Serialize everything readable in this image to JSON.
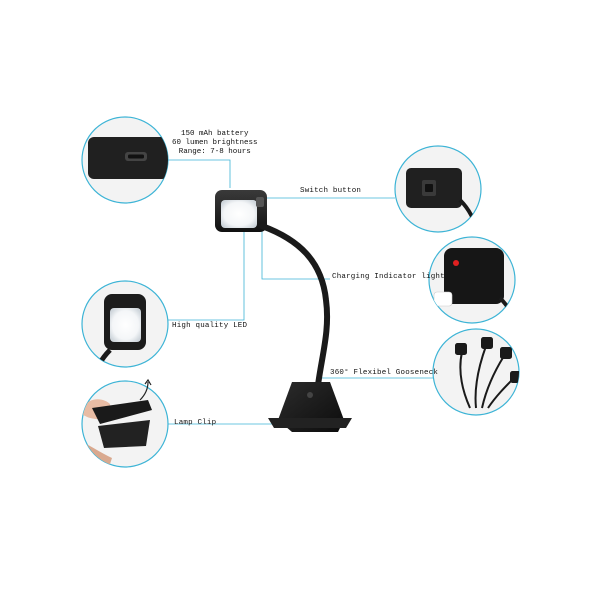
{
  "callouts": {
    "battery_spec": [
      "150 mAh battery",
      "60 lumen brightness",
      "Range: 7-8 hours"
    ],
    "switch_button": "Switch button",
    "charging_indicator": "Charging Indicator light",
    "high_quality_led": "High quality LED",
    "gooseneck": "360° Flexibel Gooseneck",
    "lamp_clip": "Lamp Clip"
  },
  "colors": {
    "accent": "#3db4d6",
    "lamp_body": "#1a1a1a",
    "led_glow": "#ffffff",
    "indicator": "#e02020"
  },
  "icons": [
    "usb-port-icon",
    "led-light-icon",
    "cable-icon"
  ]
}
